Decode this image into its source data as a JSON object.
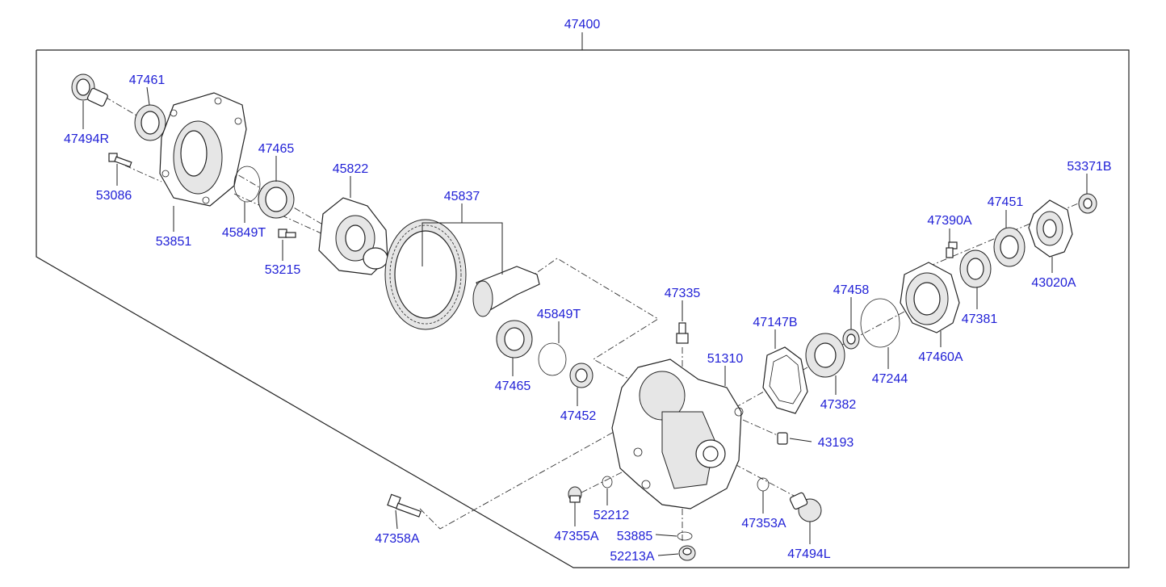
{
  "diagram": {
    "assembly_label": "47400",
    "parts": [
      {
        "id": "p47461",
        "label": "47461"
      },
      {
        "id": "p47494R",
        "label": "47494R"
      },
      {
        "id": "p53086",
        "label": "53086"
      },
      {
        "id": "p53851",
        "label": "53851"
      },
      {
        "id": "p47465a",
        "label": "47465"
      },
      {
        "id": "p45849Ta",
        "label": "45849T"
      },
      {
        "id": "p45822",
        "label": "45822"
      },
      {
        "id": "p53215",
        "label": "53215"
      },
      {
        "id": "p45837",
        "label": "45837"
      },
      {
        "id": "p45849Tb",
        "label": "45849T"
      },
      {
        "id": "p47465b",
        "label": "47465"
      },
      {
        "id": "p47452",
        "label": "47452"
      },
      {
        "id": "p47335",
        "label": "47335"
      },
      {
        "id": "p51310",
        "label": "51310"
      },
      {
        "id": "p47147B",
        "label": "47147B"
      },
      {
        "id": "p47458",
        "label": "47458"
      },
      {
        "id": "p47382",
        "label": "47382"
      },
      {
        "id": "p47244",
        "label": "47244"
      },
      {
        "id": "p47390A",
        "label": "47390A"
      },
      {
        "id": "p47451",
        "label": "47451"
      },
      {
        "id": "p53371B",
        "label": "53371B"
      },
      {
        "id": "p47381",
        "label": "47381"
      },
      {
        "id": "p47460A",
        "label": "47460A"
      },
      {
        "id": "p43020A",
        "label": "43020A"
      },
      {
        "id": "p43193",
        "label": "43193"
      },
      {
        "id": "p52212",
        "label": "52212"
      },
      {
        "id": "p47355A",
        "label": "47355A"
      },
      {
        "id": "p53885",
        "label": "53885"
      },
      {
        "id": "p52213A",
        "label": "52213A"
      },
      {
        "id": "p47353A",
        "label": "47353A"
      },
      {
        "id": "p47494L",
        "label": "47494L"
      },
      {
        "id": "p47358A",
        "label": "47358A"
      }
    ]
  }
}
